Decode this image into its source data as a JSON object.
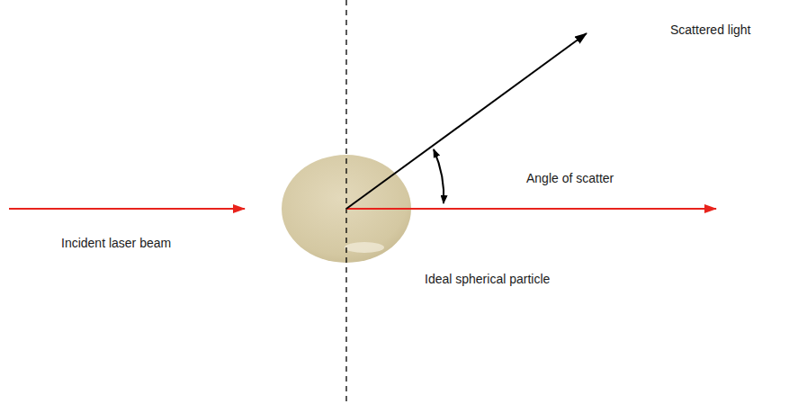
{
  "diagram": {
    "labels": [
      "Scattered light",
      "Angle of scatter",
      "Incident laser beam",
      "Ideal spherical particle"
    ]
  }
}
